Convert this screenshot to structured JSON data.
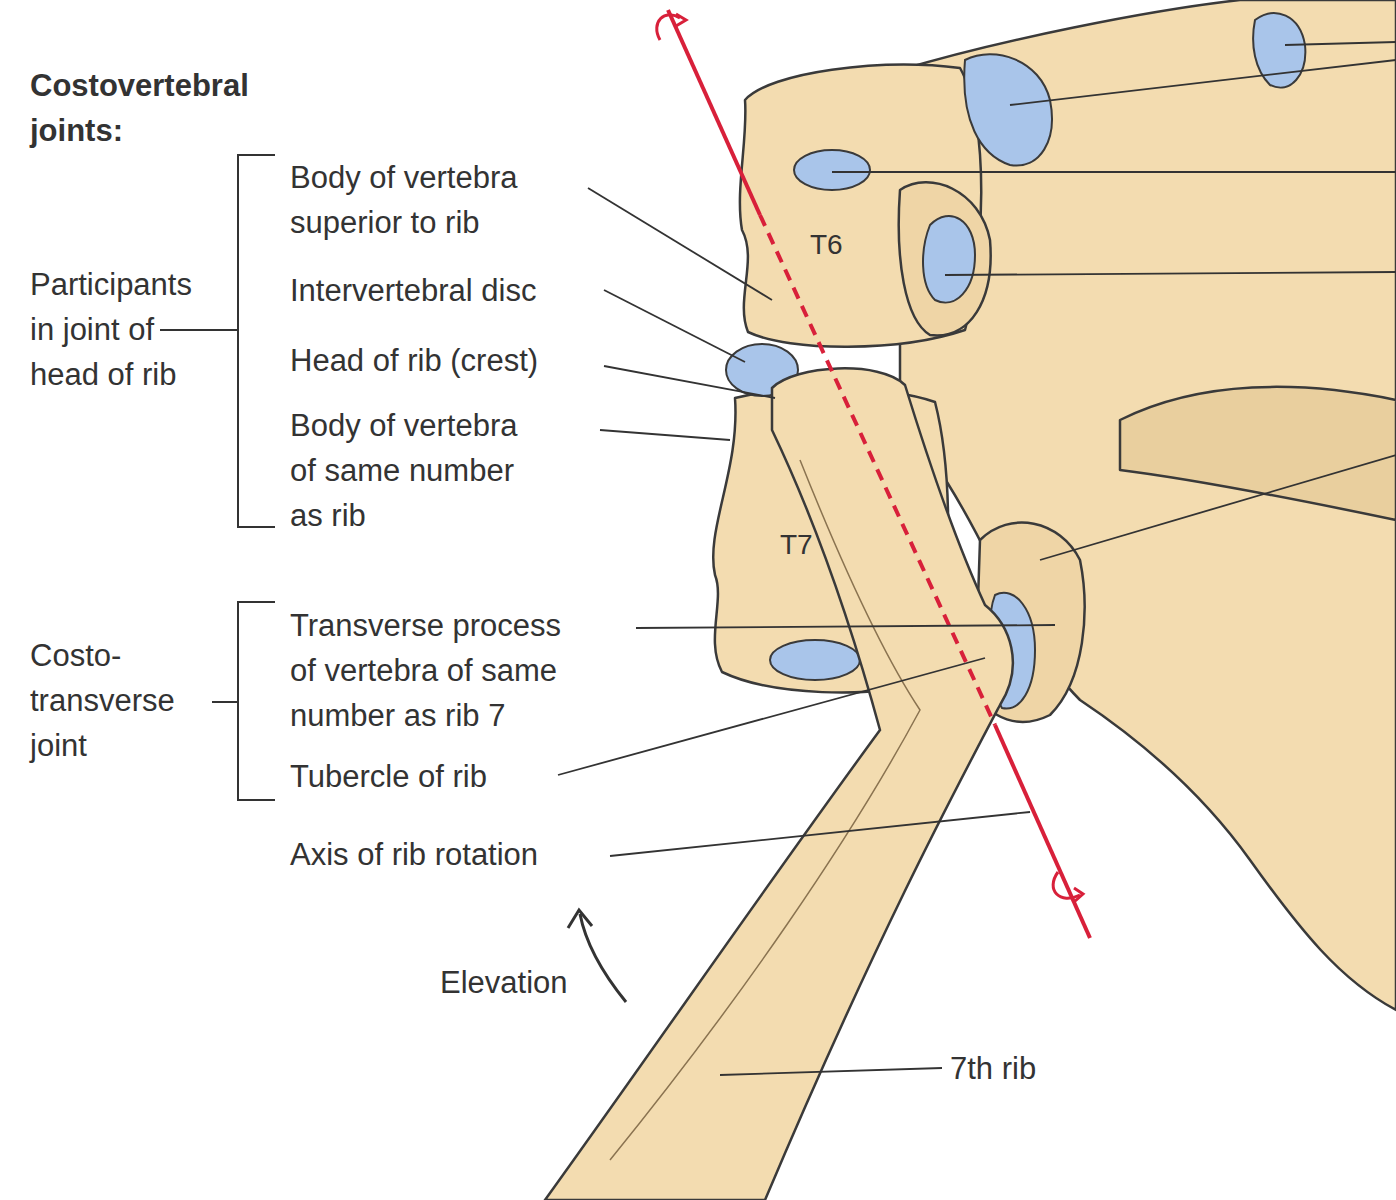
{
  "diagram": {
    "title": "Costovertebral joints:",
    "labels": [
      "Participants in joint of head of rib",
      "Body of vertebra superior to rib",
      "Intervertebral disc",
      "Head of rib (crest)",
      "Body of vertebra of same number as rib",
      "T6",
      "T7",
      "Costo- transverse joint",
      "Transverse process of vertebra of same number as rib 7",
      "Tubercle of rib",
      "Axis of rib rotation",
      "Elevation",
      "7th rib"
    ]
  }
}
